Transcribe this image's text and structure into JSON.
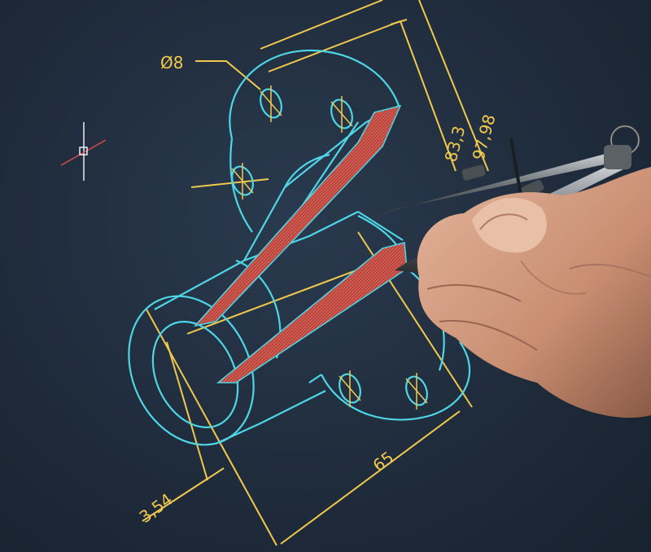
{
  "photo": {
    "subject": "CAD drawing on screen with hand holding drafting divider",
    "dimensions": {
      "diameter": "Ø8",
      "width_overall": "97,98",
      "width_inner": "83,3",
      "length": "65",
      "wall": "3,54"
    },
    "colors": {
      "background": "#1f2c3c",
      "outline": "#4fd6e6",
      "dimension": "#f2c94c",
      "section_fill": "#c0483e",
      "crosshair": "#e6eef5",
      "crosshair_center": "#d64a4a"
    }
  }
}
